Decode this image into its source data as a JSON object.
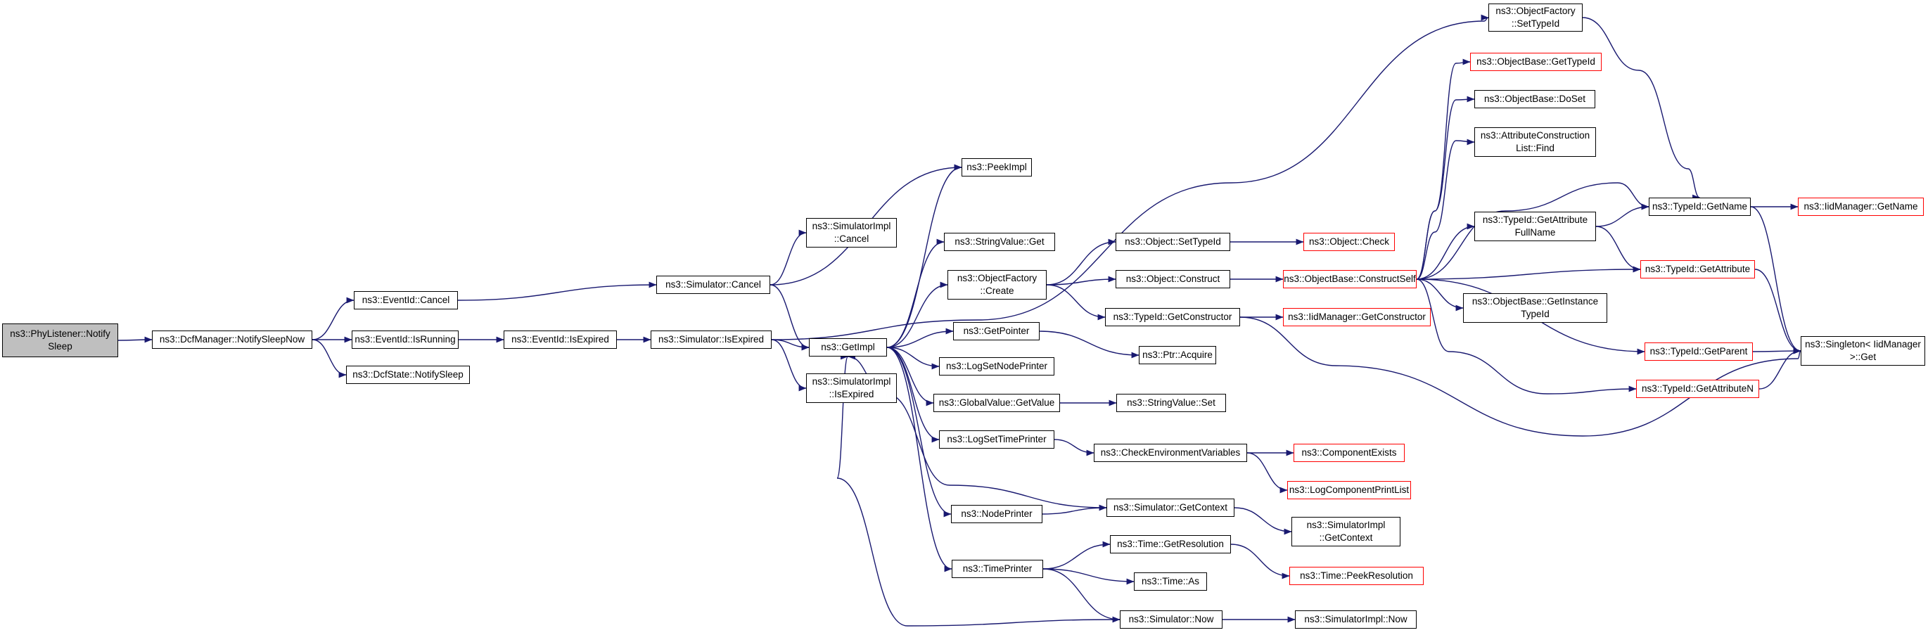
{
  "graph": {
    "nodes": [
      {
        "id": "n0",
        "lines": [
          "ns3::PhyListener::Notify",
          "Sleep"
        ],
        "style": "root"
      },
      {
        "id": "n1",
        "lines": [
          "ns3::DcfManager::NotifySleepNow"
        ]
      },
      {
        "id": "n2",
        "lines": [
          "ns3::EventId::Cancel"
        ]
      },
      {
        "id": "n3",
        "lines": [
          "ns3::EventId::IsRunning"
        ]
      },
      {
        "id": "n4",
        "lines": [
          "ns3::DcfState::NotifySleep"
        ]
      },
      {
        "id": "n5",
        "lines": [
          "ns3::EventId::IsExpired"
        ]
      },
      {
        "id": "n6",
        "lines": [
          "ns3::Simulator::Cancel"
        ]
      },
      {
        "id": "n7",
        "lines": [
          "ns3::Simulator::IsExpired"
        ]
      },
      {
        "id": "n8",
        "lines": [
          "ns3::SimulatorImpl",
          "::Cancel"
        ]
      },
      {
        "id": "n9",
        "lines": [
          "ns3::SimulatorImpl",
          "::IsExpired"
        ]
      },
      {
        "id": "n10",
        "lines": [
          "ns3::GetImpl"
        ]
      },
      {
        "id": "n11",
        "lines": [
          "ns3::PeekImpl"
        ]
      },
      {
        "id": "n12",
        "lines": [
          "ns3::StringValue::Get"
        ]
      },
      {
        "id": "n13",
        "lines": [
          "ns3::ObjectFactory",
          "::Create"
        ]
      },
      {
        "id": "n14",
        "lines": [
          "ns3::GetPointer"
        ]
      },
      {
        "id": "n15",
        "lines": [
          "ns3::LogSetNodePrinter"
        ]
      },
      {
        "id": "n16",
        "lines": [
          "ns3::GlobalValue::GetValue"
        ]
      },
      {
        "id": "n17",
        "lines": [
          "ns3::LogSetTimePrinter"
        ]
      },
      {
        "id": "n18",
        "lines": [
          "ns3::NodePrinter"
        ]
      },
      {
        "id": "n19",
        "lines": [
          "ns3::TimePrinter"
        ]
      },
      {
        "id": "n20",
        "lines": [
          "ns3::Object::SetTypeId"
        ]
      },
      {
        "id": "n21",
        "lines": [
          "ns3::Object::Construct"
        ]
      },
      {
        "id": "n22",
        "lines": [
          "ns3::TypeId::GetConstructor"
        ]
      },
      {
        "id": "n23",
        "lines": [
          "ns3::Ptr::Acquire"
        ]
      },
      {
        "id": "n24",
        "lines": [
          "ns3::StringValue::Set"
        ]
      },
      {
        "id": "n25",
        "lines": [
          "ns3::CheckEnvironmentVariables"
        ]
      },
      {
        "id": "n26",
        "lines": [
          "ns3::Simulator::GetContext"
        ]
      },
      {
        "id": "n27",
        "lines": [
          "ns3::Time::GetResolution"
        ]
      },
      {
        "id": "n28",
        "lines": [
          "ns3::Time::As"
        ]
      },
      {
        "id": "n29",
        "lines": [
          "ns3::Simulator::Now"
        ]
      },
      {
        "id": "n30",
        "lines": [
          "ns3::Object::Check"
        ],
        "style": "trunc"
      },
      {
        "id": "n31",
        "lines": [
          "ns3::ObjectBase::ConstructSelf"
        ],
        "style": "trunc"
      },
      {
        "id": "n32",
        "lines": [
          "ns3::IidManager::GetConstructor"
        ],
        "style": "trunc"
      },
      {
        "id": "n33",
        "lines": [
          "ns3::ComponentExists"
        ],
        "style": "trunc"
      },
      {
        "id": "n34",
        "lines": [
          "ns3::LogComponentPrintList"
        ],
        "style": "trunc"
      },
      {
        "id": "n35",
        "lines": [
          "ns3::SimulatorImpl",
          "::GetContext"
        ]
      },
      {
        "id": "n36",
        "lines": [
          "ns3::Time::PeekResolution"
        ],
        "style": "trunc"
      },
      {
        "id": "n37",
        "lines": [
          "ns3::SimulatorImpl::Now"
        ]
      },
      {
        "id": "n38",
        "lines": [
          "ns3::ObjectFactory",
          "::SetTypeId"
        ]
      },
      {
        "id": "n39",
        "lines": [
          "ns3::ObjectBase::GetTypeId"
        ],
        "style": "trunc"
      },
      {
        "id": "n40",
        "lines": [
          "ns3::ObjectBase::DoSet"
        ]
      },
      {
        "id": "n41",
        "lines": [
          "ns3::AttributeConstruction",
          "List::Find"
        ]
      },
      {
        "id": "n42",
        "lines": [
          "ns3::TypeId::GetAttribute",
          "FullName"
        ]
      },
      {
        "id": "n43",
        "lines": [
          "ns3::ObjectBase::GetInstance",
          "TypeId"
        ]
      },
      {
        "id": "n44",
        "lines": [
          "ns3::TypeId::GetName"
        ]
      },
      {
        "id": "n45",
        "lines": [
          "ns3::TypeId::GetAttribute"
        ],
        "style": "trunc"
      },
      {
        "id": "n46",
        "lines": [
          "ns3::TypeId::GetParent"
        ],
        "style": "trunc"
      },
      {
        "id": "n47",
        "lines": [
          "ns3::TypeId::GetAttributeN"
        ],
        "style": "trunc"
      },
      {
        "id": "n48",
        "lines": [
          "ns3::IidManager::GetName"
        ],
        "style": "trunc"
      },
      {
        "id": "n49",
        "lines": [
          "ns3::Singleton< IidManager",
          ">::Get"
        ]
      }
    ],
    "edges": [
      [
        "n0",
        "n1"
      ],
      [
        "n1",
        "n2"
      ],
      [
        "n1",
        "n3"
      ],
      [
        "n1",
        "n4"
      ],
      [
        "n2",
        "n6"
      ],
      [
        "n3",
        "n5"
      ],
      [
        "n5",
        "n7"
      ],
      [
        "n6",
        "n8"
      ],
      [
        "n6",
        "n10"
      ],
      [
        "n6",
        "n11"
      ],
      [
        "n7",
        "n9"
      ],
      [
        "n7",
        "n10"
      ],
      [
        "n7",
        "n38"
      ],
      [
        "n10",
        "n11"
      ],
      [
        "n10",
        "n12"
      ],
      [
        "n10",
        "n13"
      ],
      [
        "n10",
        "n14"
      ],
      [
        "n10",
        "n15"
      ],
      [
        "n10",
        "n16"
      ],
      [
        "n10",
        "n17"
      ],
      [
        "n10",
        "n18"
      ],
      [
        "n10",
        "n19"
      ],
      [
        "n26",
        "n10"
      ],
      [
        "n29",
        "n10"
      ],
      [
        "n13",
        "n20"
      ],
      [
        "n13",
        "n21"
      ],
      [
        "n13",
        "n22"
      ],
      [
        "n14",
        "n23"
      ],
      [
        "n16",
        "n24"
      ],
      [
        "n17",
        "n25"
      ],
      [
        "n18",
        "n26"
      ],
      [
        "n19",
        "n27"
      ],
      [
        "n19",
        "n28"
      ],
      [
        "n19",
        "n29"
      ],
      [
        "n20",
        "n30"
      ],
      [
        "n21",
        "n31"
      ],
      [
        "n22",
        "n32"
      ],
      [
        "n22",
        "n49"
      ],
      [
        "n25",
        "n33"
      ],
      [
        "n25",
        "n34"
      ],
      [
        "n26",
        "n35"
      ],
      [
        "n27",
        "n36"
      ],
      [
        "n29",
        "n37"
      ],
      [
        "n31",
        "n39"
      ],
      [
        "n31",
        "n40"
      ],
      [
        "n31",
        "n41"
      ],
      [
        "n31",
        "n42"
      ],
      [
        "n31",
        "n43"
      ],
      [
        "n31",
        "n44"
      ],
      [
        "n31",
        "n45"
      ],
      [
        "n31",
        "n46"
      ],
      [
        "n31",
        "n47"
      ],
      [
        "n38",
        "n44"
      ],
      [
        "n42",
        "n44"
      ],
      [
        "n42",
        "n45"
      ],
      [
        "n44",
        "n48"
      ],
      [
        "n44",
        "n49"
      ],
      [
        "n45",
        "n49"
      ],
      [
        "n46",
        "n49"
      ],
      [
        "n47",
        "n49"
      ]
    ]
  },
  "colors": {
    "edge": "#191970",
    "node_border": "#000000",
    "truncated_border": "#ff0000",
    "root_fill": "#bfbfbf"
  }
}
